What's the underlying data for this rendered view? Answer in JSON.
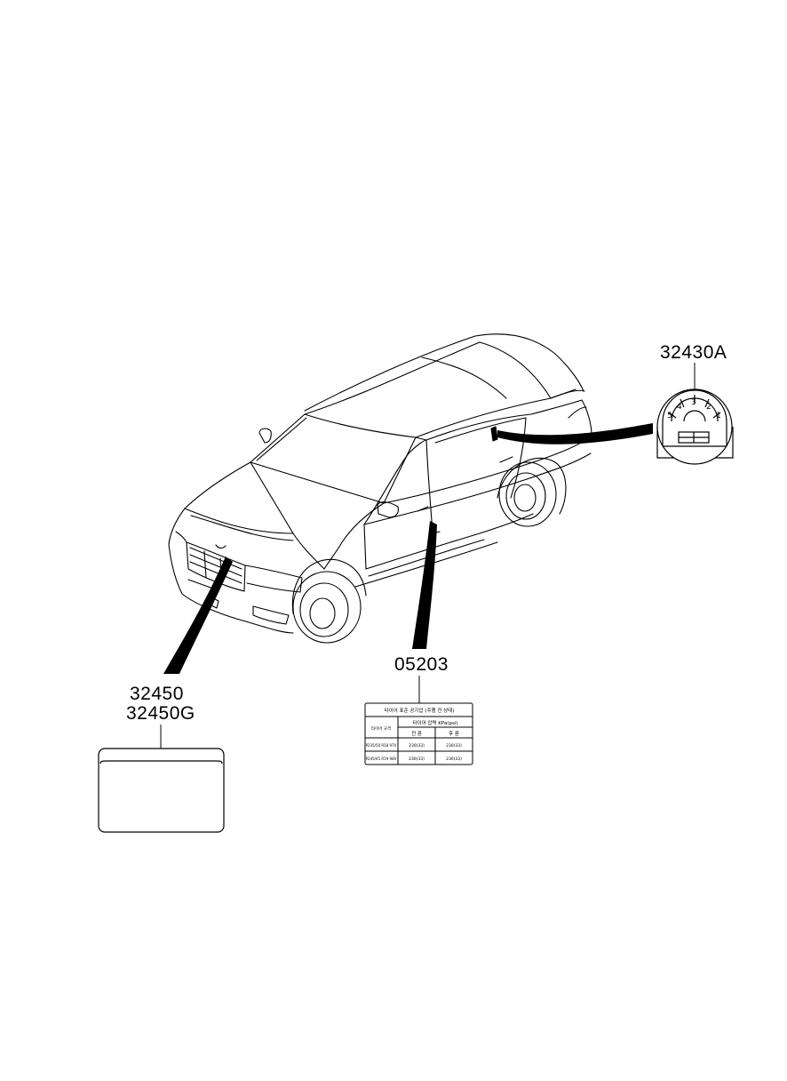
{
  "callouts": {
    "fuel_label_part": "32430A",
    "emission_label_part": "32450",
    "emission_label_part_alt": "32450G",
    "tire_label_part": "05203"
  },
  "fuel_dial": {
    "scale_numbers": [
      "5",
      "4",
      "3",
      "2",
      "1"
    ]
  },
  "tire_label": {
    "title": "타이어 표준 공기압 (주행 전 상태)",
    "pressure_header": "타이어 압력 KPa(psi)",
    "col_front": "전 륜",
    "col_rear": "후 륜",
    "row_header": "타이어 규격",
    "rows": [
      {
        "size": "P235/50 R18 97V",
        "front": "230(33)",
        "rear": "230(33)"
      },
      {
        "size": "P245/45 R19 98V",
        "front": "230(33)",
        "rear": "230(33)"
      }
    ]
  }
}
